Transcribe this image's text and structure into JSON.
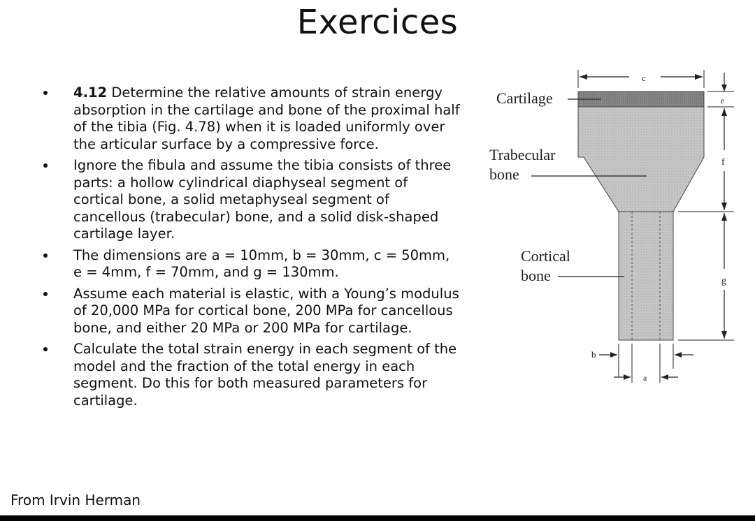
{
  "title": "Exercices",
  "bullets": [
    {
      "number": "4.12",
      "text": " Determine the relative amounts of strain energy absorption in the cartilage and bone of the proximal half of the tibia (Fig. 4.78) when it is loaded uniformly over the articular surface by a compressive force."
    },
    {
      "number": "",
      "text": "Ignore the fibula and assume the tibia consists of three parts: a hollow cylindrical diaphyseal segment of cortical bone, a solid metaphyseal segment of cancellous (trabecular) bone, and a solid disk-shaped cartilage layer."
    },
    {
      "number": "",
      "text": "The dimensions are a = 10mm, b = 30mm, c = 50mm, e = 4mm, f = 70mm, and g = 130mm."
    },
    {
      "number": "",
      "text": "Assume each material is elastic, with a Young’s modulus of 20,000 MPa for cortical bone, 200 MPa for cancellous bone, and either 20 MPa or 200 MPa for cartilage."
    },
    {
      "number": "",
      "text": "Calculate the total strain energy in each segment of the model and the fraction of the total energy in each segment. Do this for both measured parameters for cartilage."
    }
  ],
  "figure": {
    "label_cartilage": "Cartilage",
    "label_trabecular_1": "Trabecular",
    "label_trabecular_2": "bone",
    "label_cortical_1": "Cortical",
    "label_cortical_2": "bone",
    "dim_c": "c",
    "dim_e": "e",
    "dim_f": "f",
    "dim_g": "g",
    "dim_a": "a",
    "dim_b": "b"
  },
  "footer": "From Irvin Herman"
}
